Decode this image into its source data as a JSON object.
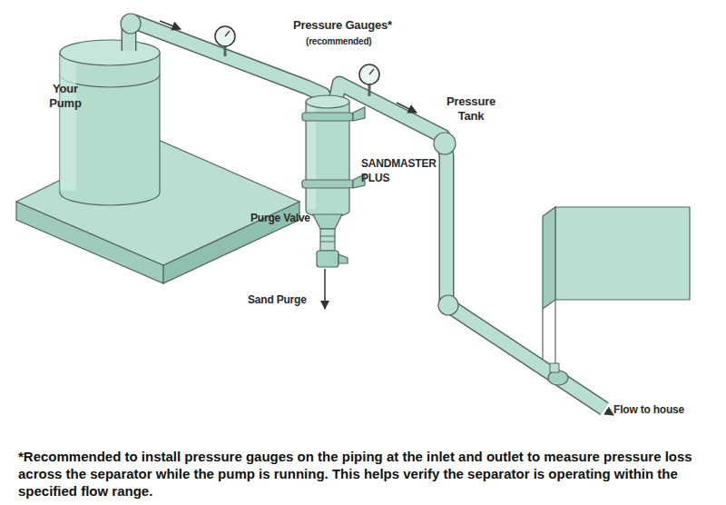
{
  "diagram": {
    "caption": "*Recommended to install pressure gauges on the piping at the inlet and outlet to measure pressure loss across the separator while the pump is running. This helps verify the separator is operating within the specified flow range.",
    "labels": [
      "Pressure Gauges*",
      "(recommended)",
      "Your Pump",
      "Pressure Tank",
      "SANDMASTER PLUS",
      "Purge Valve",
      "Sand Purge",
      "Flow to house"
    ]
  }
}
